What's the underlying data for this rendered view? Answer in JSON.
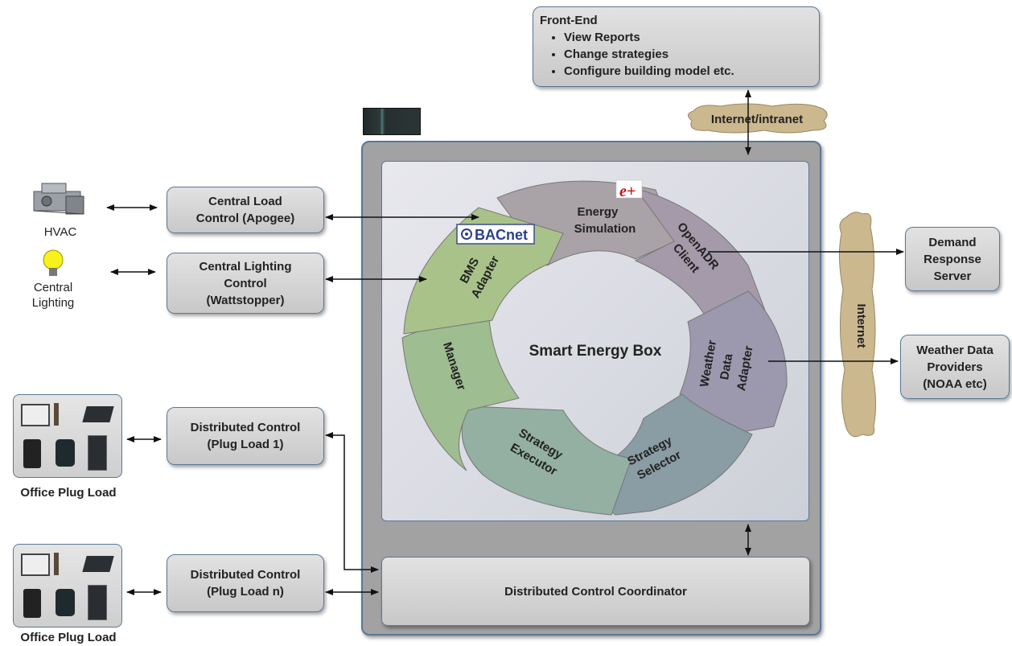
{
  "front_end": {
    "title": "Front-End",
    "items": [
      "View Reports",
      "Change strategies",
      "Configure building model etc."
    ]
  },
  "clouds": {
    "intranet": "Internet/intranet",
    "internet": "Internet"
  },
  "devices": {
    "hvac": "HVAC",
    "central_lighting_line1": "Central",
    "central_lighting_line2": "Lighting",
    "office_plug_load_1": "Office Plug Load",
    "office_plug_load_n": "Office Plug Load"
  },
  "controls": {
    "central_load": [
      "Central Load",
      "Control (Apogee)"
    ],
    "central_lighting": [
      "Central Lighting",
      "Control",
      "(Wattstopper)"
    ],
    "distributed_1": [
      "Distributed Control",
      "(Plug Load 1)"
    ],
    "distributed_n": [
      "Distributed Control",
      "(Plug Load n)"
    ]
  },
  "external": {
    "demand_response": [
      "Demand",
      "Response",
      "Server"
    ],
    "weather_providers": [
      "Weather Data",
      "Providers",
      "(NOAA etc)"
    ]
  },
  "smart_box": {
    "center_label": "Smart Energy Box",
    "segments": {
      "energy_simulation": [
        "Energy",
        "Simulation"
      ],
      "openadr_client": [
        "OpenADR",
        "Client"
      ],
      "weather_adapter": [
        "Weather",
        "Data",
        "Adapter"
      ],
      "strategy_selector": [
        "Strategy",
        "Selector"
      ],
      "strategy_executor": [
        "Strategy",
        "Executor"
      ],
      "manager": [
        "Manager"
      ],
      "bms_adapter": [
        "BMS",
        "Adapter"
      ]
    },
    "bacnet_logo": "BACnet",
    "eplus_logo": "e+"
  },
  "coordinator": "Distributed Control Coordinator",
  "colors": {
    "energy_simulation": "#a9a2a6",
    "openadr_client": "#a49aaa",
    "weather_adapter": "#9c98ad",
    "strategy_selector": "#8a9ca4",
    "strategy_executor": "#93b0a2",
    "manager": "#9ebd90",
    "bms_adapter": "#a9c28a",
    "cloud": "#cbb88e"
  }
}
